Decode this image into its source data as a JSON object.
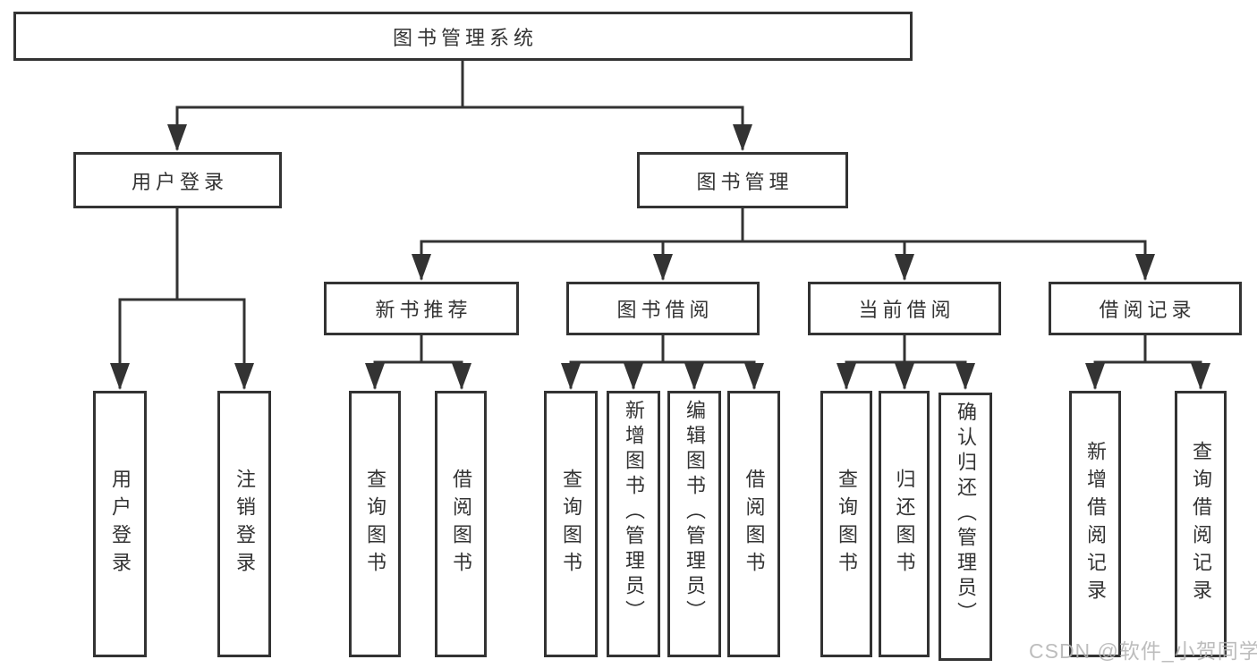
{
  "diagram": {
    "title": "图书管理系统",
    "level2": [
      {
        "label": "用户登录"
      },
      {
        "label": "图书管理"
      }
    ],
    "level3": [
      {
        "label": "新书推荐"
      },
      {
        "label": "图书借阅"
      },
      {
        "label": "当前借阅"
      },
      {
        "label": "借阅记录"
      }
    ],
    "leaves": {
      "user_login_group": [
        "用户登录",
        "注销登录"
      ],
      "new_books_group": [
        "查询图书",
        "借阅图书"
      ],
      "book_borrow_group": [
        "查询图书",
        "新增图书（管理员）",
        "编辑图书（管理员）",
        "借阅图书"
      ],
      "current_borrow_group": [
        "查询图书",
        "归还图书",
        "确认归还（管理员）"
      ],
      "borrow_records_group": [
        "新增借阅记录",
        "查询借阅记录"
      ]
    }
  },
  "watermark": "CSDN @软件_小贺同学",
  "colors": {
    "line": "#333333",
    "text": "#333333",
    "box_fill": "#ffffff",
    "watermark": "#b4b4b4",
    "background": "#ffffff"
  }
}
